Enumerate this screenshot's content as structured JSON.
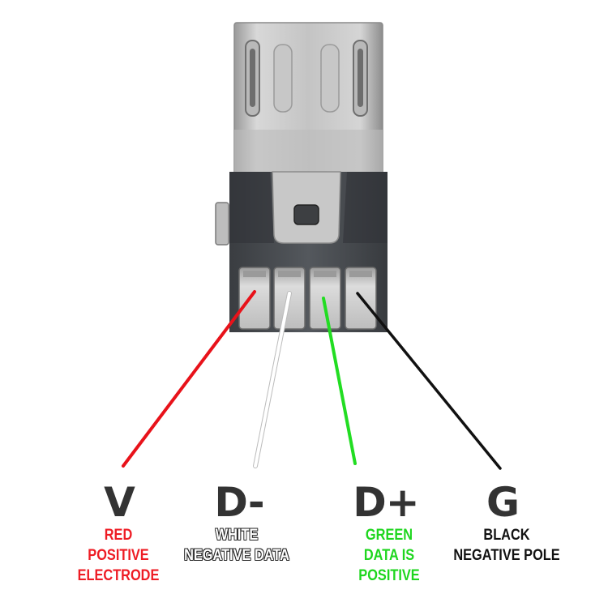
{
  "pins": [
    {
      "letter": "V",
      "desc_lines": [
        "RED",
        "POSITIVE",
        "ELECTRODE"
      ],
      "wire_color": "#e8121a",
      "text_color": "#ee1c24"
    },
    {
      "letter": "D-",
      "desc_lines": [
        "WHITE",
        "NEGATIVE DATA"
      ],
      "wire_color": "#ffffff",
      "text_color": "#ffffff"
    },
    {
      "letter": "D+",
      "desc_lines": [
        "GREEN",
        "DATA IS",
        "POSITIVE"
      ],
      "wire_color": "#22dd22",
      "text_color": "#1ed61e"
    },
    {
      "letter": "G",
      "desc_lines": [
        "BLACK",
        "NEGATIVE POLE"
      ],
      "wire_color": "#111111",
      "text_color": "#111111"
    }
  ],
  "colors": {
    "metal_shell": "#c9c9c9",
    "plastic_housing": "#4a4e53",
    "contact_pad": "#d2d2d2"
  }
}
